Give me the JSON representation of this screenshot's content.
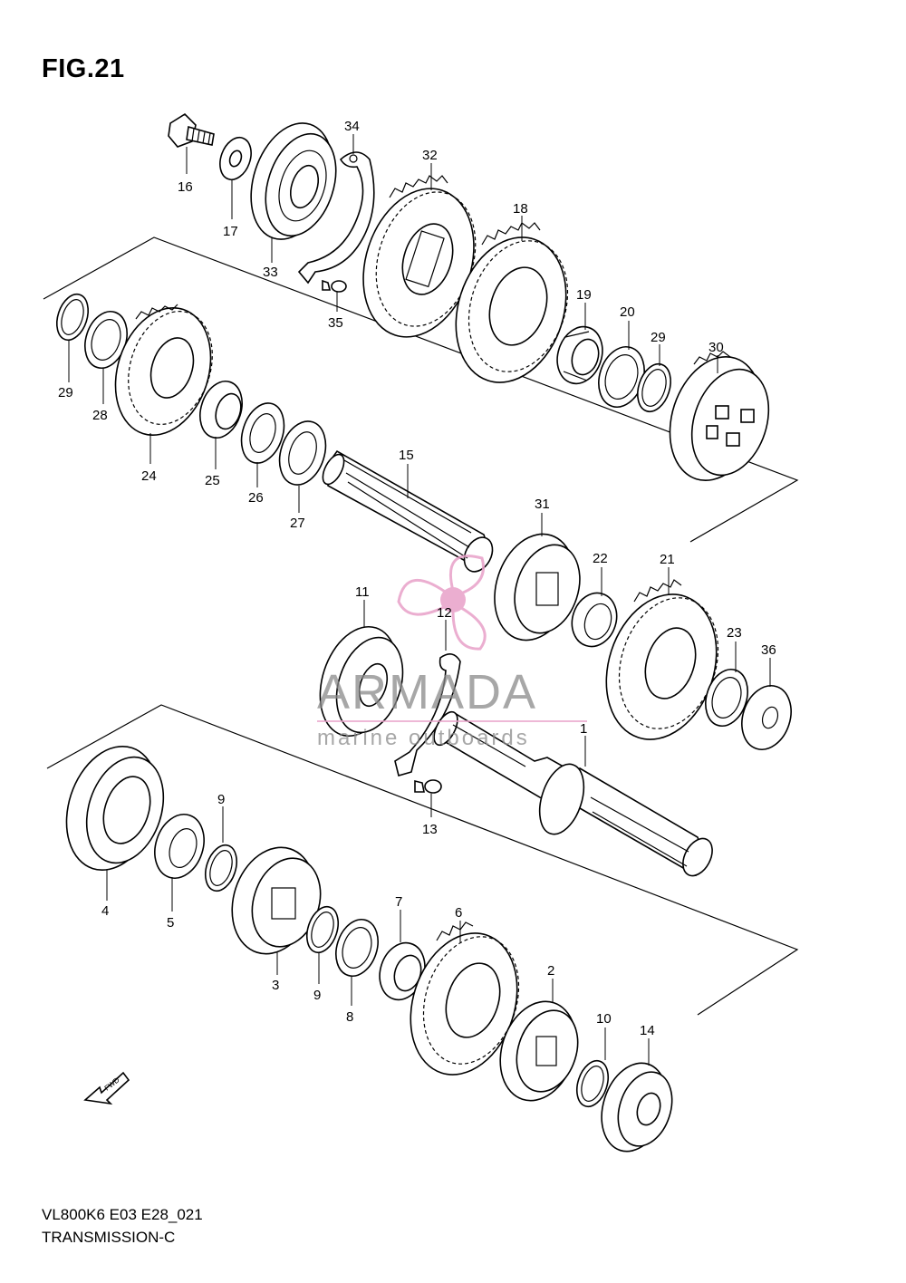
{
  "figure": {
    "title": "FIG.21",
    "code": "VL800K6 E03 E28_021",
    "name": "TRANSMISSION-C"
  },
  "fwd_label": "FWD",
  "watermark": {
    "brand": "ARMADA",
    "tagline": "marine outboards",
    "color": "#e8a0c8"
  },
  "callouts": [
    {
      "id": "16",
      "label": "16"
    },
    {
      "id": "17",
      "label": "17"
    },
    {
      "id": "33",
      "label": "33"
    },
    {
      "id": "34",
      "label": "34"
    },
    {
      "id": "35",
      "label": "35"
    },
    {
      "id": "32",
      "label": "32"
    },
    {
      "id": "18",
      "label": "18"
    },
    {
      "id": "19",
      "label": "19"
    },
    {
      "id": "20",
      "label": "20"
    },
    {
      "id": "29a",
      "label": "29"
    },
    {
      "id": "30",
      "label": "30"
    },
    {
      "id": "29b",
      "label": "29"
    },
    {
      "id": "28",
      "label": "28"
    },
    {
      "id": "24",
      "label": "24"
    },
    {
      "id": "25",
      "label": "25"
    },
    {
      "id": "26",
      "label": "26"
    },
    {
      "id": "27",
      "label": "27"
    },
    {
      "id": "15",
      "label": "15"
    },
    {
      "id": "31",
      "label": "31"
    },
    {
      "id": "22",
      "label": "22"
    },
    {
      "id": "21",
      "label": "21"
    },
    {
      "id": "11",
      "label": "11"
    },
    {
      "id": "12",
      "label": "12"
    },
    {
      "id": "23",
      "label": "23"
    },
    {
      "id": "36",
      "label": "36"
    },
    {
      "id": "1",
      "label": "1"
    },
    {
      "id": "13",
      "label": "13"
    },
    {
      "id": "9a",
      "label": "9"
    },
    {
      "id": "4",
      "label": "4"
    },
    {
      "id": "5",
      "label": "5"
    },
    {
      "id": "3",
      "label": "3"
    },
    {
      "id": "9b",
      "label": "9"
    },
    {
      "id": "7",
      "label": "7"
    },
    {
      "id": "8",
      "label": "8"
    },
    {
      "id": "6",
      "label": "6"
    },
    {
      "id": "2",
      "label": "2"
    },
    {
      "id": "10",
      "label": "10"
    },
    {
      "id": "14",
      "label": "14"
    }
  ]
}
